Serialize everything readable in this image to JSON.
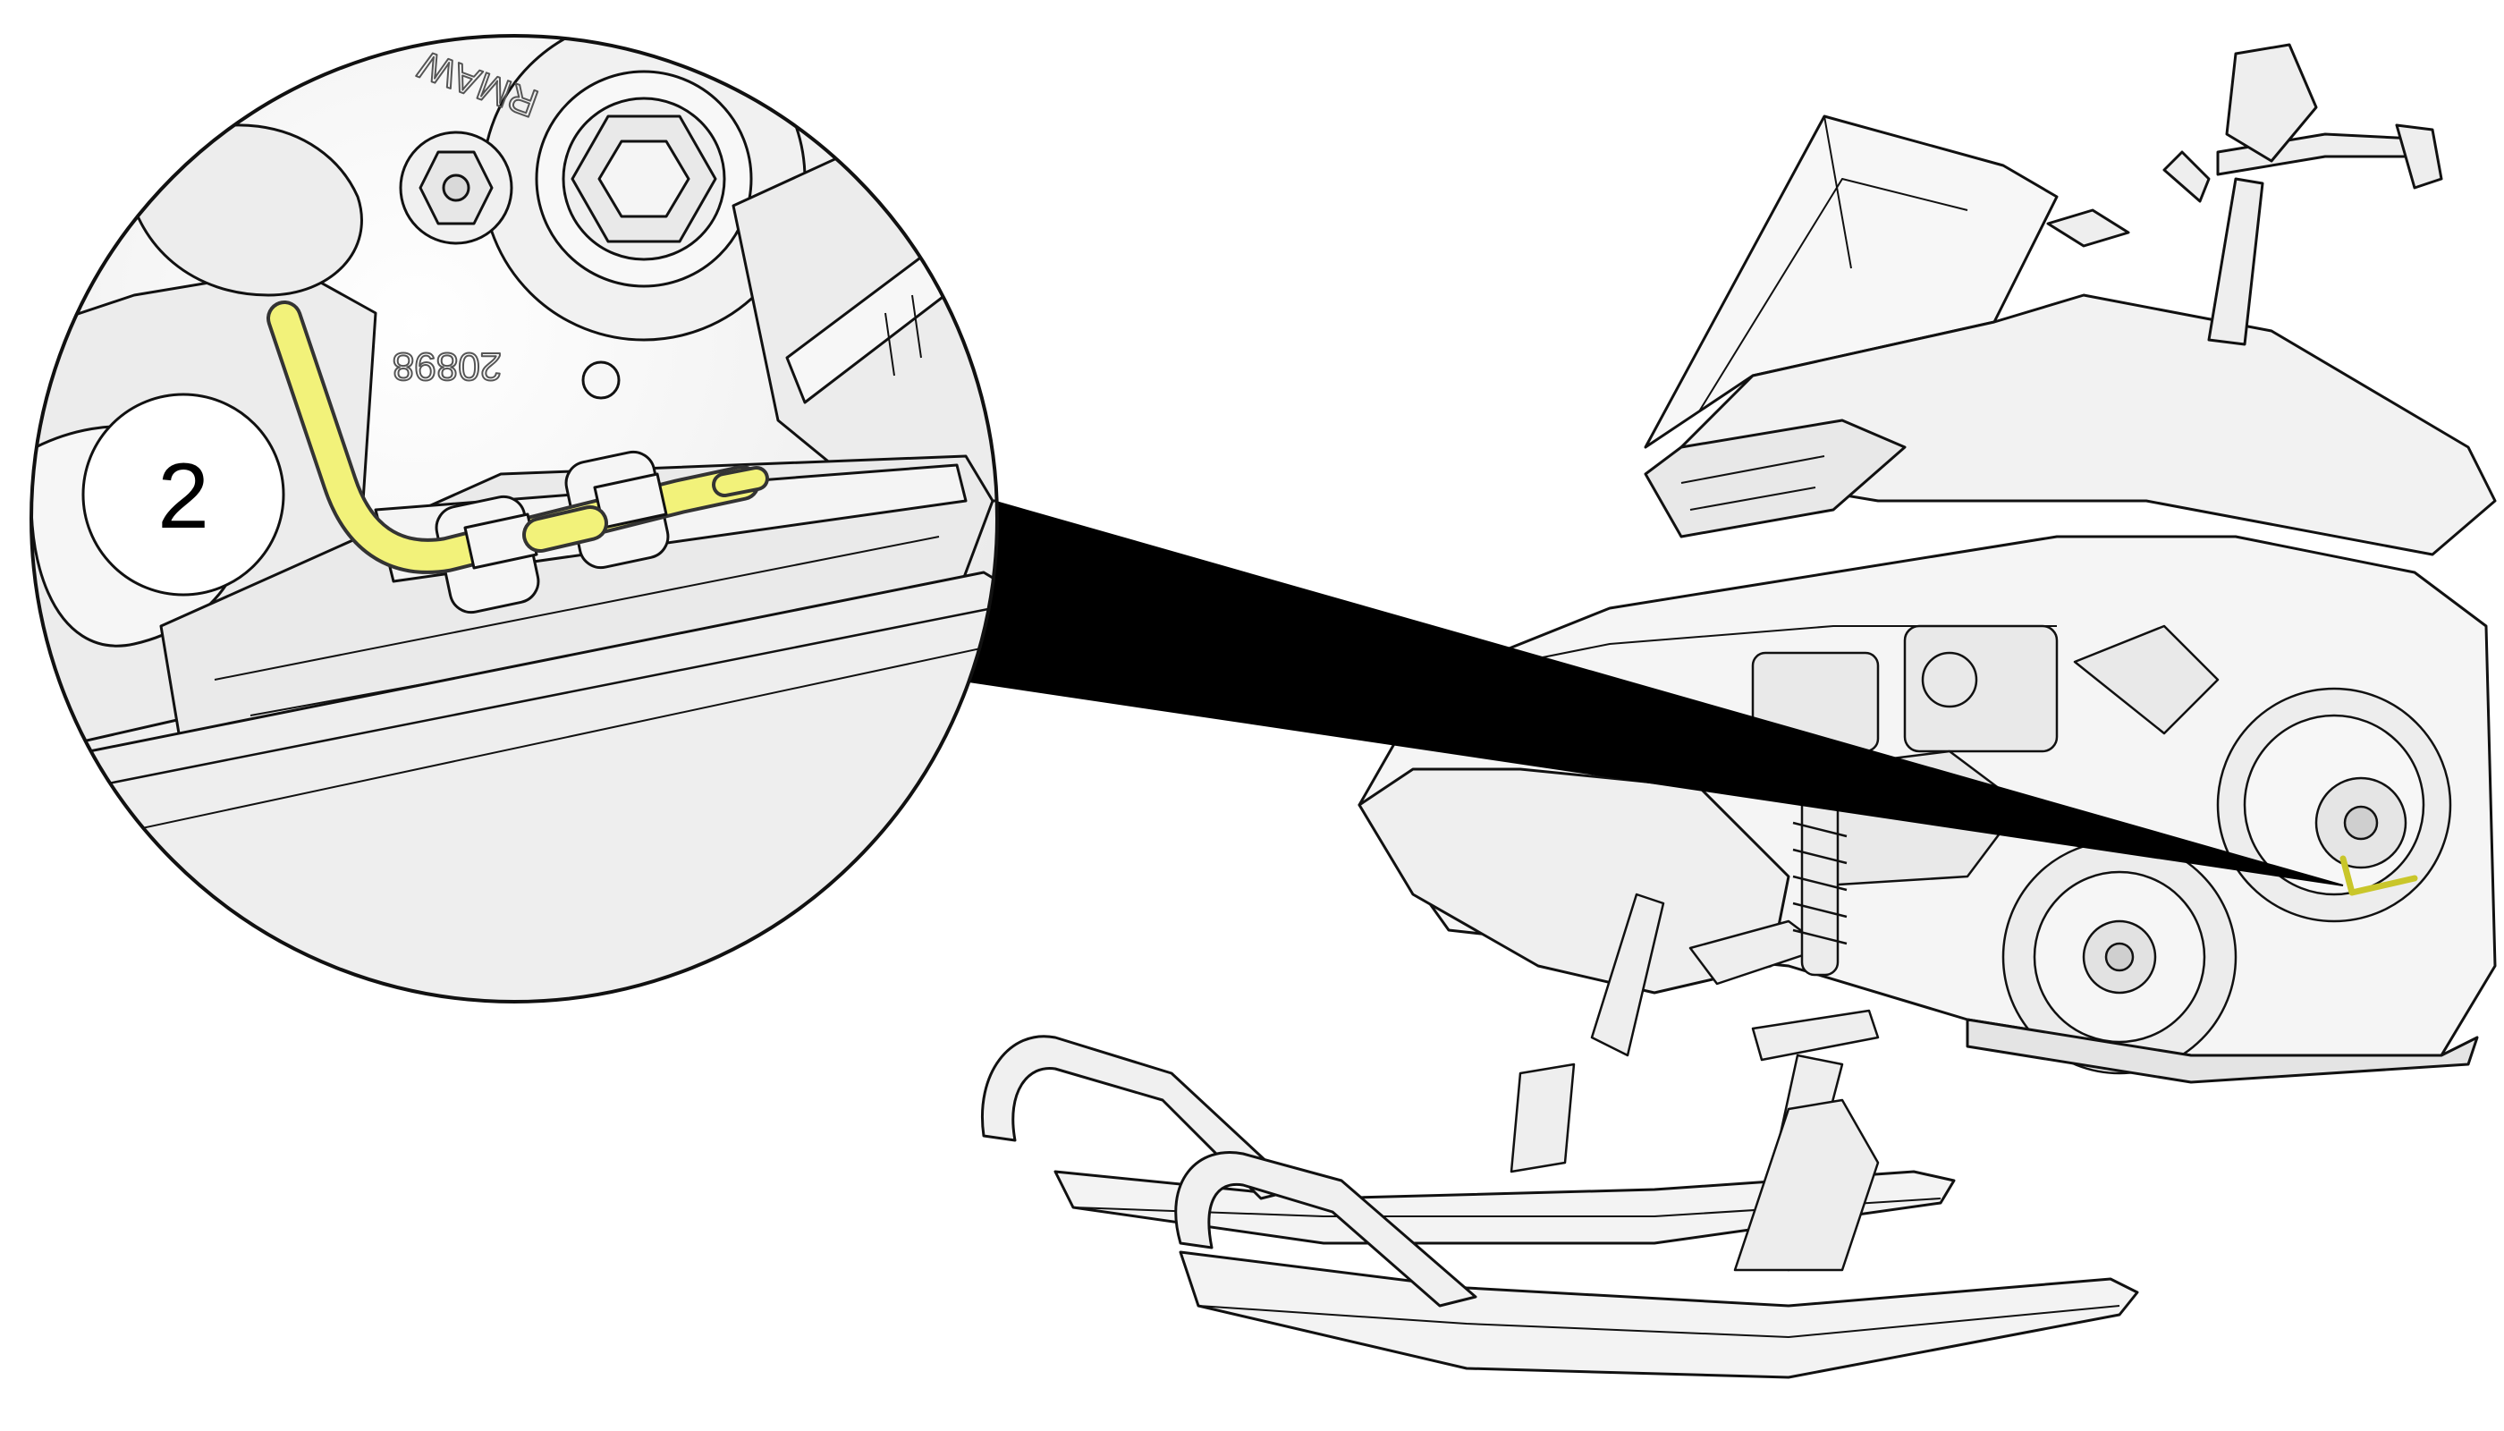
{
  "callout": {
    "number": "2"
  },
  "part_markings": {
    "cast_number": "20898",
    "corner_text": "RMAW"
  },
  "tool_highlight": {
    "name": "hex-key-tool",
    "color": "#f2f27a"
  },
  "colors": {
    "line": "#111111",
    "body": "#f4f4f4",
    "shade": "#dcdcdc",
    "pointer": "#000000"
  }
}
